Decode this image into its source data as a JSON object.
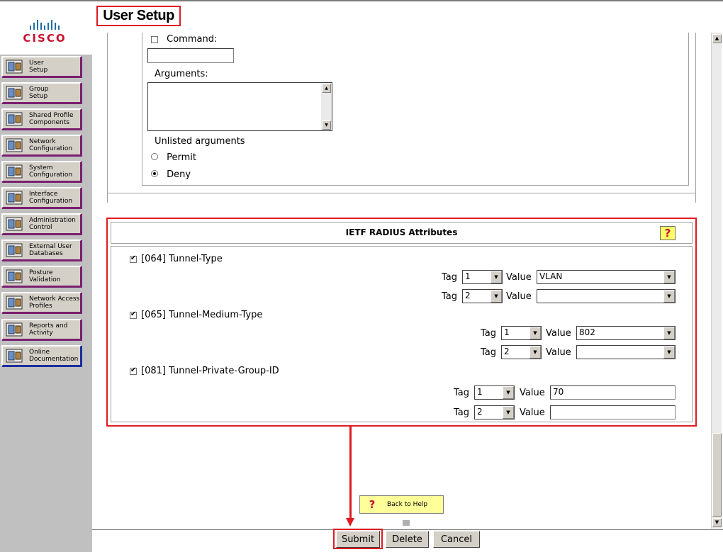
{
  "header": {
    "title": "User Setup"
  },
  "logo": {
    "text": "CISCO"
  },
  "nav": {
    "items": [
      {
        "label_1": "User",
        "label_2": "Setup",
        "icon": "user-setup-icon"
      },
      {
        "label_1": "Group",
        "label_2": "Setup",
        "icon": "group-setup-icon"
      },
      {
        "label_1": "Shared Profile",
        "label_2": "Components",
        "icon": "shared-profile-icon"
      },
      {
        "label_1": "Network",
        "label_2": "Configuration",
        "icon": "network-config-icon"
      },
      {
        "label_1": "System",
        "label_2": "Configuration",
        "icon": "system-config-icon"
      },
      {
        "label_1": "Interface",
        "label_2": "Configuration",
        "icon": "interface-config-icon"
      },
      {
        "label_1": "Administration",
        "label_2": "Control",
        "icon": "admin-control-icon"
      },
      {
        "label_1": "External User",
        "label_2": "Databases",
        "icon": "external-db-icon"
      },
      {
        "label_1": "Posture",
        "label_2": "Validation",
        "icon": "posture-icon"
      },
      {
        "label_1": "Network Access",
        "label_2": "Profiles",
        "icon": "network-access-icon"
      },
      {
        "label_1": "Reports and",
        "label_2": "Activity",
        "icon": "reports-icon"
      },
      {
        "label_1": "Online",
        "label_2": "Documentation",
        "icon": "online-doc-icon"
      }
    ]
  },
  "command_section": {
    "command_label": "Command:",
    "command_checked": false,
    "command_value": "",
    "arguments_label": "Arguments:",
    "arguments_value": "",
    "unlisted_label": "Unlisted arguments",
    "permit_label": "Permit",
    "deny_label": "Deny",
    "selected": "Deny"
  },
  "radius": {
    "title": "IETF RADIUS Attributes",
    "help_icon": "help-icon",
    "attributes": [
      {
        "name": "[064] Tunnel-Type",
        "checked": true,
        "rows": [
          {
            "tag_label": "Tag",
            "tag": "1",
            "value_label": "Value",
            "value": "VLAN"
          },
          {
            "tag_label": "Tag",
            "tag": "2",
            "value_label": "Value",
            "value": ""
          }
        ]
      },
      {
        "name": "[065] Tunnel-Medium-Type",
        "checked": true,
        "rows": [
          {
            "tag_label": "Tag",
            "tag": "1",
            "value_label": "Value",
            "value": "802"
          },
          {
            "tag_label": "Tag",
            "tag": "2",
            "value_label": "Value",
            "value": ""
          }
        ]
      },
      {
        "name": "[081] Tunnel-Private-Group-ID",
        "checked": true,
        "rows": [
          {
            "tag_label": "Tag",
            "tag": "1",
            "value_label": "Value",
            "value": "70"
          },
          {
            "tag_label": "Tag",
            "tag": "2",
            "value_label": "Value",
            "value": ""
          }
        ]
      }
    ]
  },
  "back_help": {
    "label": "Back to Help",
    "icon": "help-icon"
  },
  "actions": {
    "submit": "Submit",
    "delete": "Delete",
    "cancel": "Cancel"
  },
  "colors": {
    "highlight": "#e01b22",
    "nav_bg": "#c0c0c0",
    "button_face": "#d4d0c8"
  }
}
